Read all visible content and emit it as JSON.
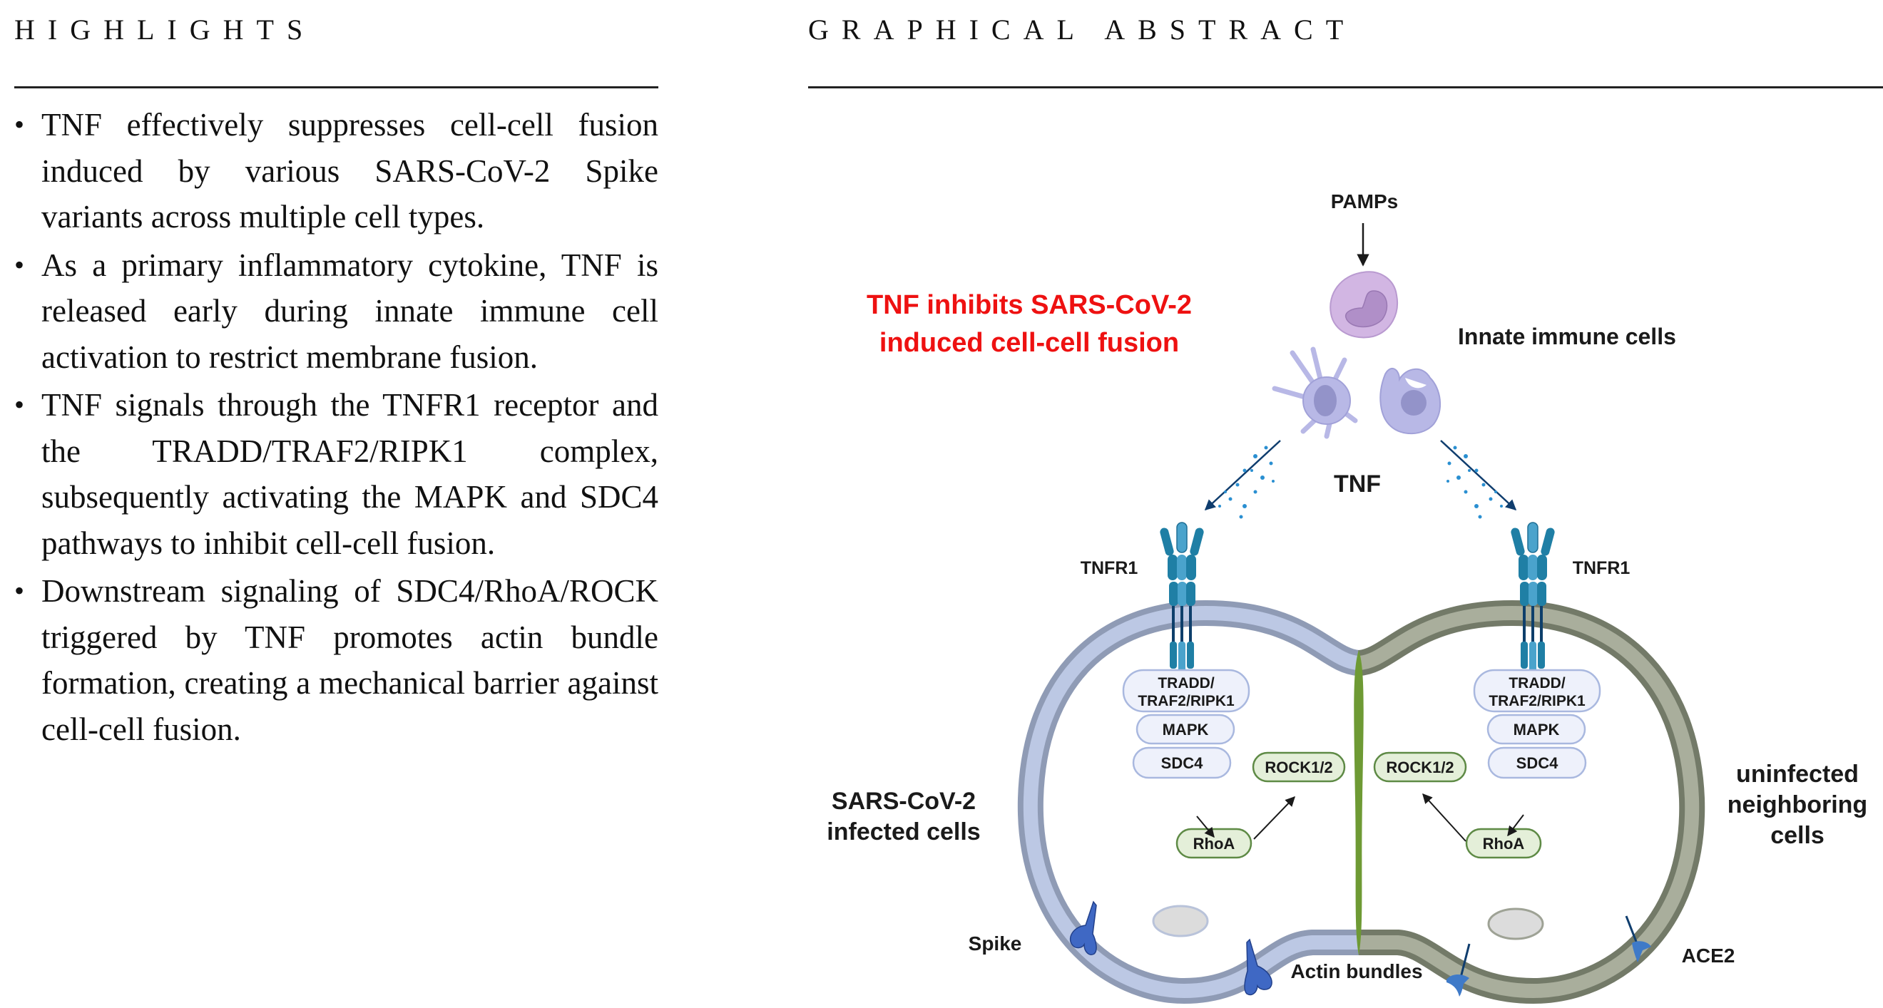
{
  "highlights": {
    "title": "HIGHLIGHTS",
    "bullet_glyph": "•",
    "items": [
      "TNF effectively suppresses cell-cell fusion induced by various SARS-CoV-2 Spike variants across multiple cell types.",
      "As a primary inflammatory cytokine, TNF is released early during innate immune cell activation to restrict membrane fusion.",
      "TNF signals through the TNFR1 receptor and the TRADD/TRAF2/RIPK1 complex, subsequently activating the MAPK and SDC4 pathways to inhibit cell-cell fusion.",
      "Downstream signaling of SDC4/RhoA/ROCK triggered by TNF promotes actin bundle formation, creating a mechanical barrier against cell-cell fusion."
    ]
  },
  "graphical_abstract": {
    "title": "GRAPHICAL ABSTRACT",
    "headline": [
      "TNF inhibits SARS-CoV-2",
      "induced cell-cell fusion"
    ],
    "pamps_label": "PAMPs",
    "innate_label": "Innate immune cells",
    "tnf_label": "TNF",
    "receptor_label": "TNFR1",
    "left_cell_label": [
      "SARS-CoV-2",
      "infected cells"
    ],
    "right_cell_label": [
      "uninfected",
      "neighboring",
      "cells"
    ],
    "signaling": {
      "complex": [
        "TRADD/",
        "TRAF2/RIPK1"
      ],
      "mapk": "MAPK",
      "sdc4": "SDC4",
      "rhoa": "RhoA",
      "rock": "ROCK1/2"
    },
    "spike_label": "Spike",
    "actin_label": "Actin bundles",
    "ace2_label": "ACE2",
    "colors": {
      "headline_red": "#ee1111",
      "infected_membrane": "#bcc8e4",
      "infected_membrane_edge": "#8f9bb5",
      "uninfected_membrane": "#a9ae9c",
      "uninfected_membrane_edge": "#737a68",
      "actin_green": "#6e9a34",
      "receptor_teal": "#1f7fa5",
      "complex_fill": "#eef1fb",
      "complex_stroke": "#a9b8df",
      "rho_fill": "#e4efd9",
      "rho_stroke": "#5e8a45",
      "spike_blue": "#3f68c4",
      "ace2_blue": "#3f7ac8",
      "immune_purple": "#d2b6e3",
      "immune_lavender": "#b8b8e6"
    }
  }
}
